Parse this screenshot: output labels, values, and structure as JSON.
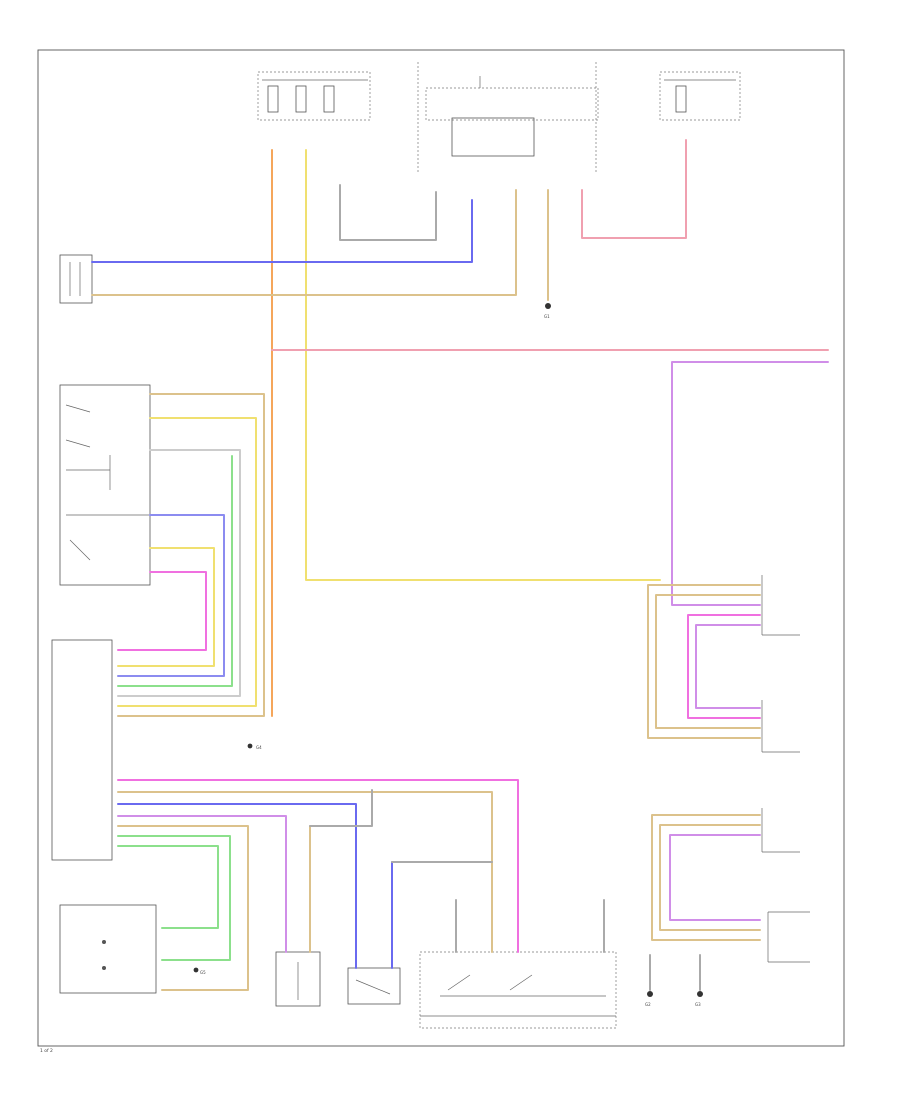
{
  "colors": {
    "orange": "#f5a65b",
    "blue": "#6a6af0",
    "tan": "#dcc28c",
    "pink": "#f0a0b0",
    "violet": "#d08ee8",
    "yellow": "#f0e070",
    "green": "#8ce08c",
    "grey": "#aaaaaa",
    "magenta": "#f070e0",
    "frame": "#555555"
  },
  "labels": {
    "footer": "1 of 2",
    "ground_1": "G1",
    "ground_2": "G2",
    "ground_3": "G3",
    "ground_4": "G4",
    "ground_5": "G5"
  }
}
